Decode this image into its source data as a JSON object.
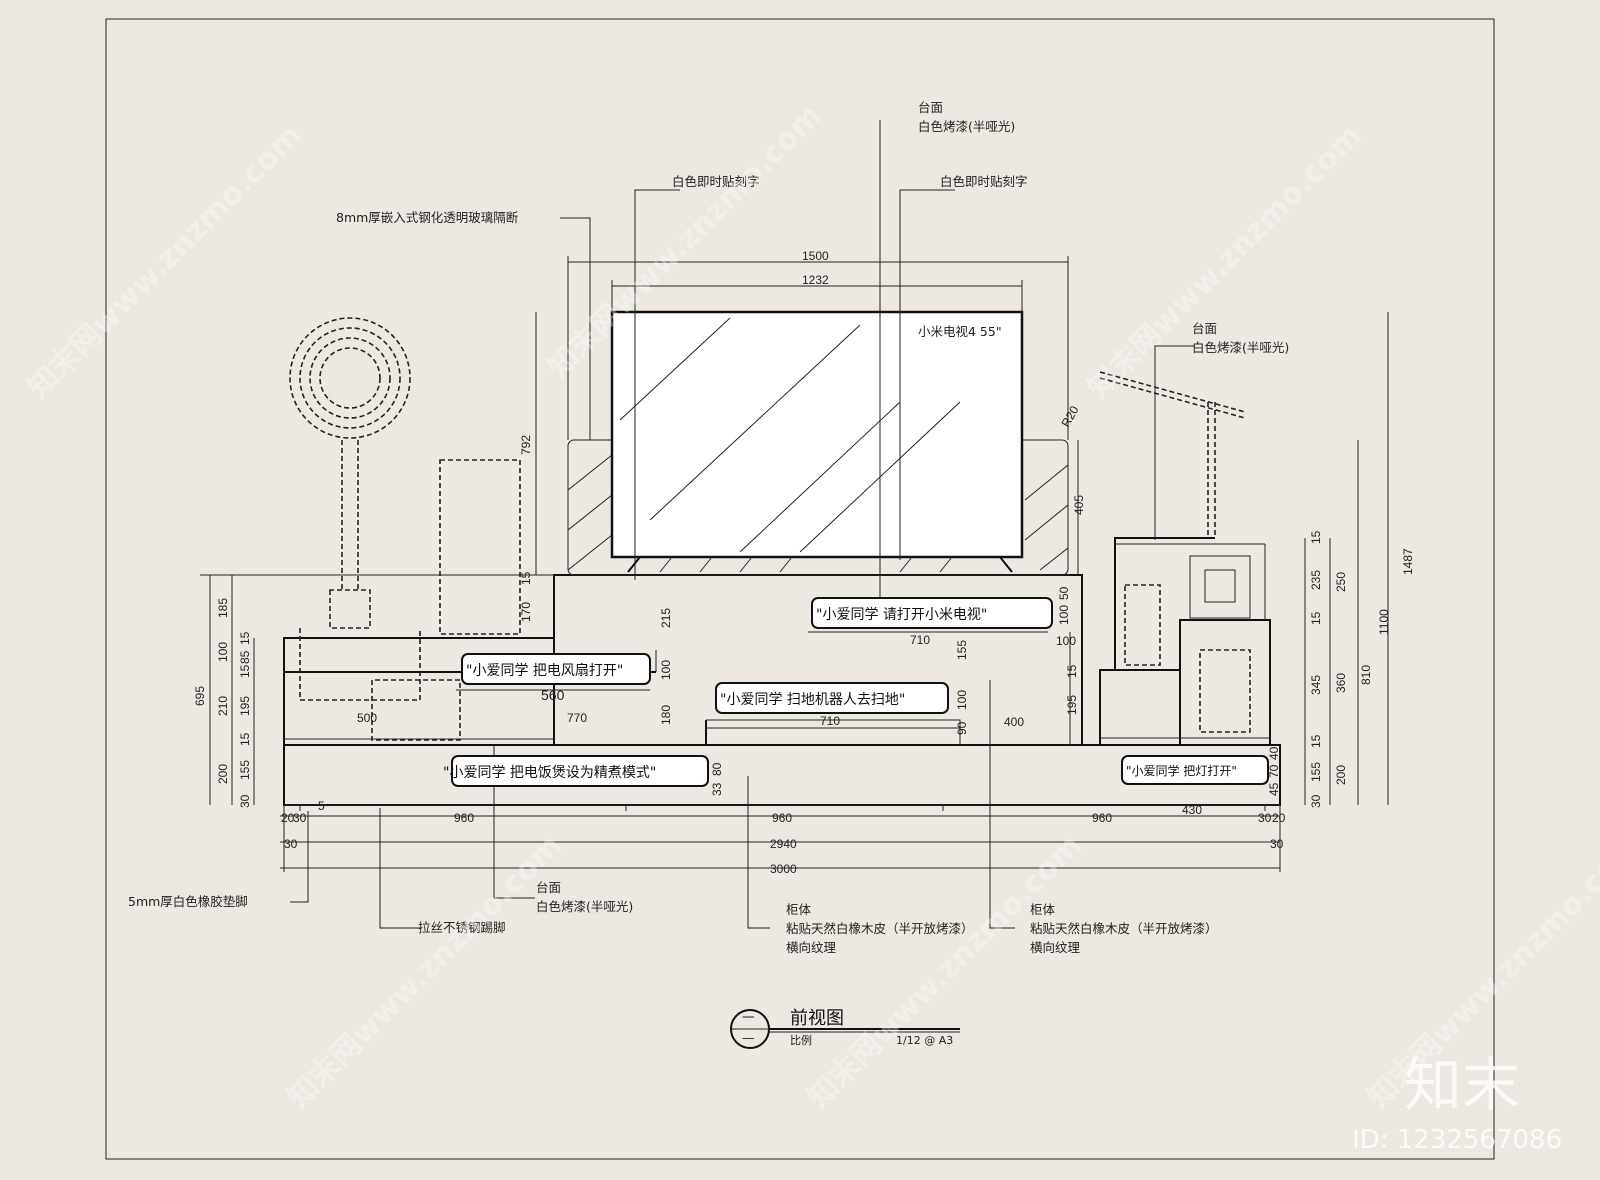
{
  "title": {
    "name": "前视图",
    "circle_top": "一",
    "circle_bottom": "—",
    "scale_label": "比例",
    "scale": "1/12 @ A3"
  },
  "tv_label": "小米电视4  55\"",
  "annotations": {
    "countertop_top": "台面",
    "white_paint_top": "白色烤漆(半哑光)",
    "white_letter_left": "白色即时贴刻字",
    "white_letter_right": "白色即时贴刻字",
    "glass": "8mm厚嵌入式钢化透明玻璃隔断",
    "countertop_right": "台面",
    "white_paint_right": "白色烤漆(半哑光)",
    "rubber_feet": "5mm厚白色橡胶垫脚",
    "steel_kick": "拉丝不锈钢踢脚",
    "countertop_bottom": "台面",
    "white_paint_bottom": "白色烤漆(半哑光)",
    "cabinet1_a": "柜体",
    "cabinet1_b": "粘贴天然白橡木皮（半开放烤漆）",
    "cabinet1_c": "横向纹理",
    "cabinet2_a": "柜体",
    "cabinet2_b": "粘贴天然白橡木皮（半开放烤漆）",
    "cabinet2_c": "横向纹理"
  },
  "bubbles": {
    "b1": "\"小爱同学  请打开小米电视\"",
    "b2": "\"小爱同学  把电风扇打开\"",
    "b3": "\"小爱同学  扫地机器人去扫地\"",
    "b4": "\"小爱同学  把电饭煲设为精煮模式\"",
    "b5": "\"小爱同学  把灯打开\""
  },
  "dims": {
    "d1500": "1500",
    "d1232": "1232",
    "d792": "792",
    "d405": "405",
    "dR20": "R20",
    "d1487": "1487",
    "d185": "185",
    "d100a": "100",
    "d15a": "15",
    "d85": "85",
    "d15b": "15",
    "d210": "210",
    "d195a": "195",
    "d15c": "15",
    "d695": "695",
    "d200a": "200",
    "d155a": "155",
    "d30a": "30",
    "d15d": "15",
    "d170": "170",
    "d215": "215",
    "d100b": "100",
    "d180": "180",
    "d560": "560",
    "d500": "500",
    "d770": "770",
    "d710a": "710",
    "d710b": "710",
    "d50": "50",
    "d100c": "100",
    "d100d": "100",
    "d155b": "155",
    "d15e": "15",
    "d195b": "195",
    "d100e": "100",
    "d90": "90",
    "d400": "400",
    "d80": "80",
    "d33": "33",
    "d15f": "15",
    "d235": "235",
    "d250": "250",
    "d15g": "15",
    "d345": "345",
    "d360": "360",
    "d810": "810",
    "d1100": "1100",
    "d15h": "15",
    "d155c": "155",
    "d200b": "200",
    "d30b": "30",
    "d40": "40",
    "d70": "70",
    "d45": "45",
    "d430": "430",
    "d20l": "20",
    "d30l": "30",
    "d5": "5",
    "d960a": "960",
    "d960b": "960",
    "d960c": "960",
    "d30r": "30",
    "d20r": "20",
    "d30l2": "30",
    "d2940": "2940",
    "d30r2": "30",
    "d3000": "3000"
  },
  "watermarks": {
    "wm": "知末网www.znzmo.com",
    "logo": "知末",
    "id": "ID: 1232567086"
  }
}
